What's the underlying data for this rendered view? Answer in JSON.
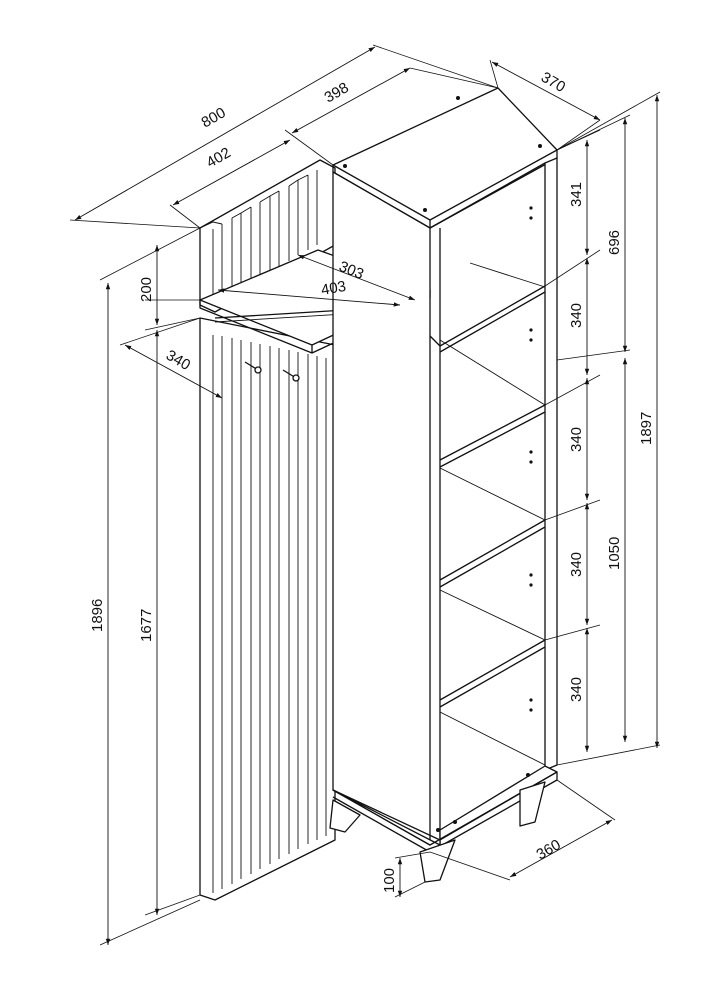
{
  "dimensions": {
    "total_width": "800",
    "cabinet_width": "398",
    "panel_width": "402",
    "depth_top": "370",
    "panel_depth": "340",
    "hat_shelf_depth": "303",
    "hat_shelf_width": "403",
    "panel_top_height": "200",
    "shelf_1": "341",
    "shelf_2": "340",
    "shelf_3": "340",
    "shelf_4": "340",
    "shelf_5": "340",
    "upper_section": "696",
    "lower_section": "1050",
    "total_height_cabinet": "1897",
    "total_height_panel": "1896",
    "panel_lower_height": "1677",
    "base_depth": "360",
    "leg_height": "100"
  }
}
